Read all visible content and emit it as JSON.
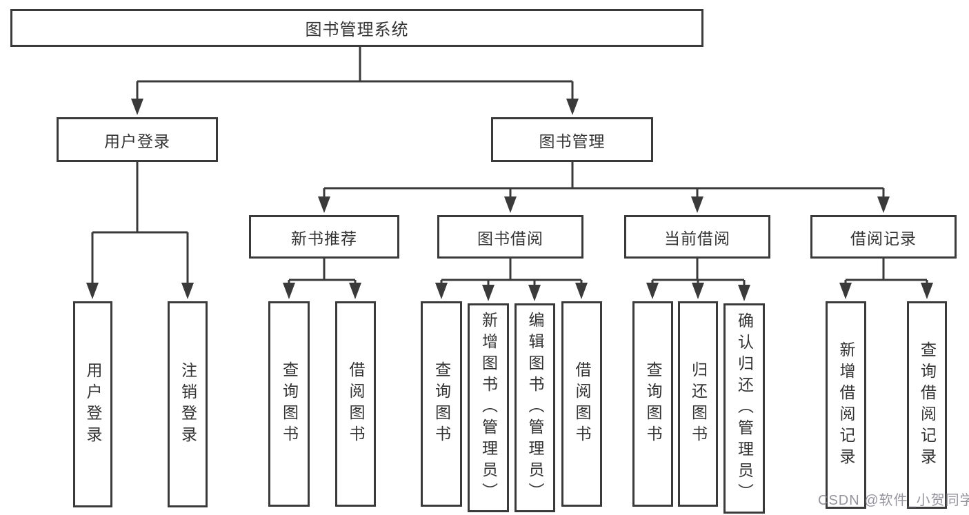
{
  "diagram": {
    "root": {
      "label": "图书管理系统"
    },
    "level2": {
      "user_login": {
        "label": "用户登录"
      },
      "book_mgmt": {
        "label": "图书管理"
      }
    },
    "level3": {
      "new_book_rec": {
        "label": "新书推荐"
      },
      "book_borrow": {
        "label": "图书借阅"
      },
      "current_borrow": {
        "label": "当前借阅"
      },
      "borrow_records": {
        "label": "借阅记录"
      }
    },
    "leaves": {
      "login": {
        "label": "用户登录"
      },
      "logout": {
        "label": "注销登录"
      },
      "nb_query": {
        "label": "查询图书"
      },
      "nb_borrow": {
        "label": "借阅图书"
      },
      "bb_query": {
        "label": "查询图书"
      },
      "bb_add": {
        "label": "新增图书（管理员）"
      },
      "bb_edit": {
        "label": "编辑图书（管理员）"
      },
      "bb_borrow": {
        "label": "借阅图书"
      },
      "cb_query": {
        "label": "查询图书"
      },
      "cb_return": {
        "label": "归还图书"
      },
      "cb_confirm": {
        "label": "确认归还（管理员）"
      },
      "br_add": {
        "label": "新增借阅记录"
      },
      "br_query": {
        "label": "查询借阅记录"
      }
    },
    "watermark": "CSDN @软件_小贺同学",
    "colors": {
      "line": "#3a3a3a",
      "text": "#333333",
      "watermark": "#7d7d87",
      "background": "#ffffff"
    }
  }
}
